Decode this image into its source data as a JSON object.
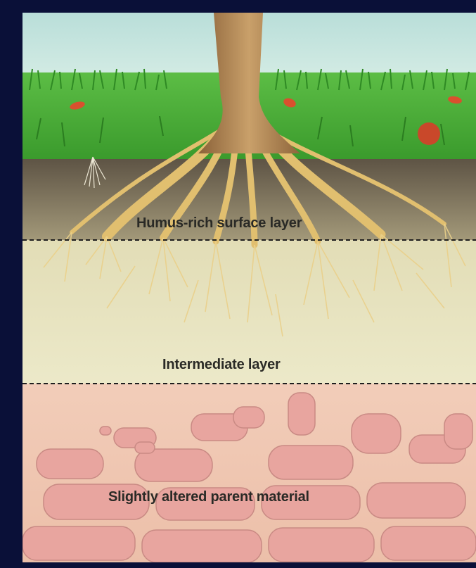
{
  "labels": {
    "surface": "Humus-rich surface layer",
    "intermediate": "Intermediate layer",
    "parent": "Slightly altered parent material"
  },
  "colors": {
    "frame": "#0a1038",
    "sky": "#c9e6e2",
    "grass": "#4caf3a",
    "humus": "#7a6c55",
    "intermediate": "#e9e6c3",
    "parent": "#f0c8b4",
    "rock": "#e9a7a1",
    "root": "#e7c67a",
    "trunk": "#b08452"
  }
}
